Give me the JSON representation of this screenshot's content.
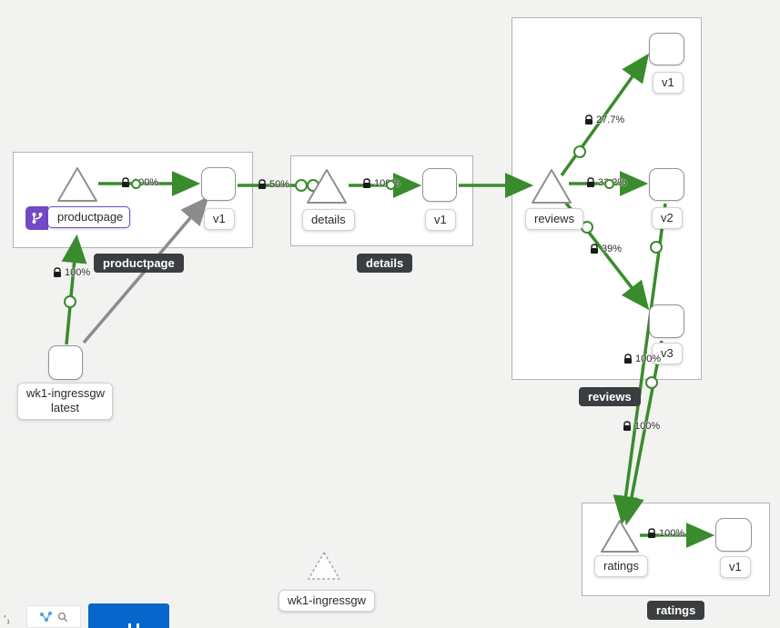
{
  "app": {
    "kind": "kiali-traffic-graph"
  },
  "colors": {
    "edge_green": "#3a8b2d",
    "edge_grey": "#8c8c8c",
    "selected_purple": "#7349c8",
    "tooltip_bg": "#3b3e41",
    "primary_blue": "#0666cc"
  },
  "groups": {
    "productpage": {
      "tooltip": "productpage"
    },
    "details": {
      "tooltip": "details"
    },
    "reviews": {
      "tooltip": "reviews"
    },
    "ratings": {
      "tooltip": "ratings"
    }
  },
  "nodes": {
    "productpage_service": "productpage",
    "productpage_v1": "v1",
    "details_service": "details",
    "details_v1": "v1",
    "reviews_service": "reviews",
    "reviews_v1": "v1",
    "reviews_v2": "v2",
    "reviews_v3": "v3",
    "ratings_service": "ratings",
    "ratings_v1": "v1",
    "ingress_workload_line1": "wk1-ingressgw",
    "ingress_workload_line2": "latest",
    "ingress_service": "wk1-ingressgw"
  },
  "edge_labels": {
    "ingress_to_productpage": "100%",
    "productpage_to_v1": "100%",
    "v1_to_details": "50%",
    "details_to_v1": "100%",
    "reviews_to_v1": "27.7%",
    "reviews_to_v2": "33.2%",
    "reviews_to_v3": "39%",
    "v3_outgoing": "100%",
    "v2_to_ratings": "100%",
    "ratings_to_v1": "100%"
  }
}
